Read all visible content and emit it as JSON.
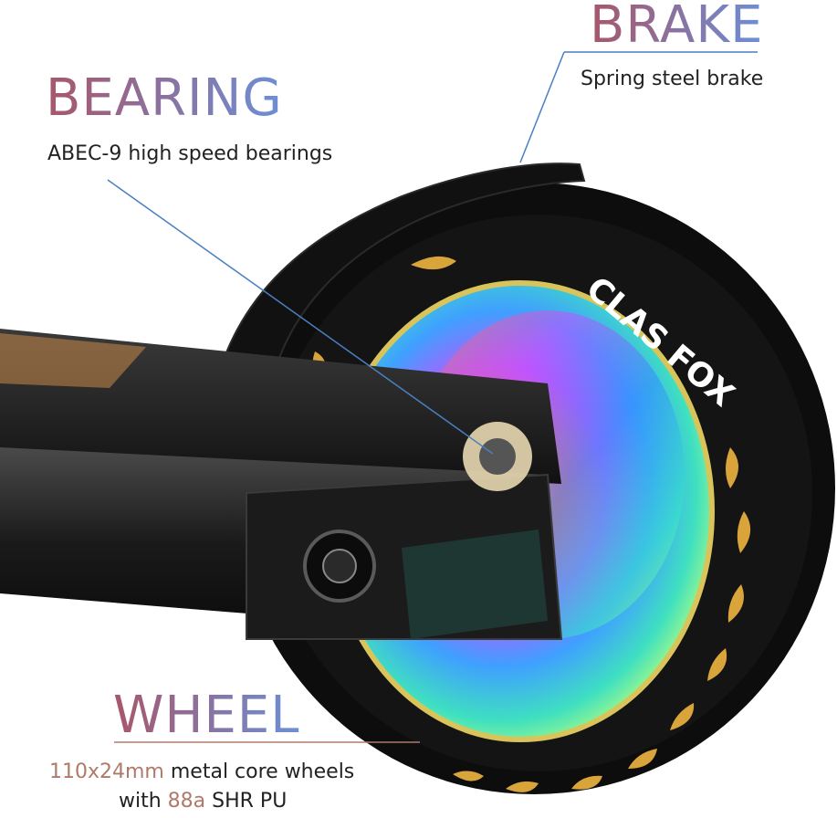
{
  "labels": {
    "brake": {
      "heading": "BRAKE",
      "description": "Spring steel brake"
    },
    "bearing": {
      "heading": "BEARING",
      "description": "ABEC-9 high speed bearings"
    },
    "wheel": {
      "heading": "WHEEL",
      "line1_spec": "110x24mm",
      "line1_rest": " metal core wheels",
      "line2_pre": "with ",
      "line2_spec": "88a",
      "line2_rest": " SHR PU"
    }
  },
  "wheel_print": {
    "brand": "CLAS FOX"
  },
  "colors": {
    "heading_start": "#a8566a",
    "heading_end": "#6c8fd6",
    "spec_accent": "#b07a6a"
  }
}
